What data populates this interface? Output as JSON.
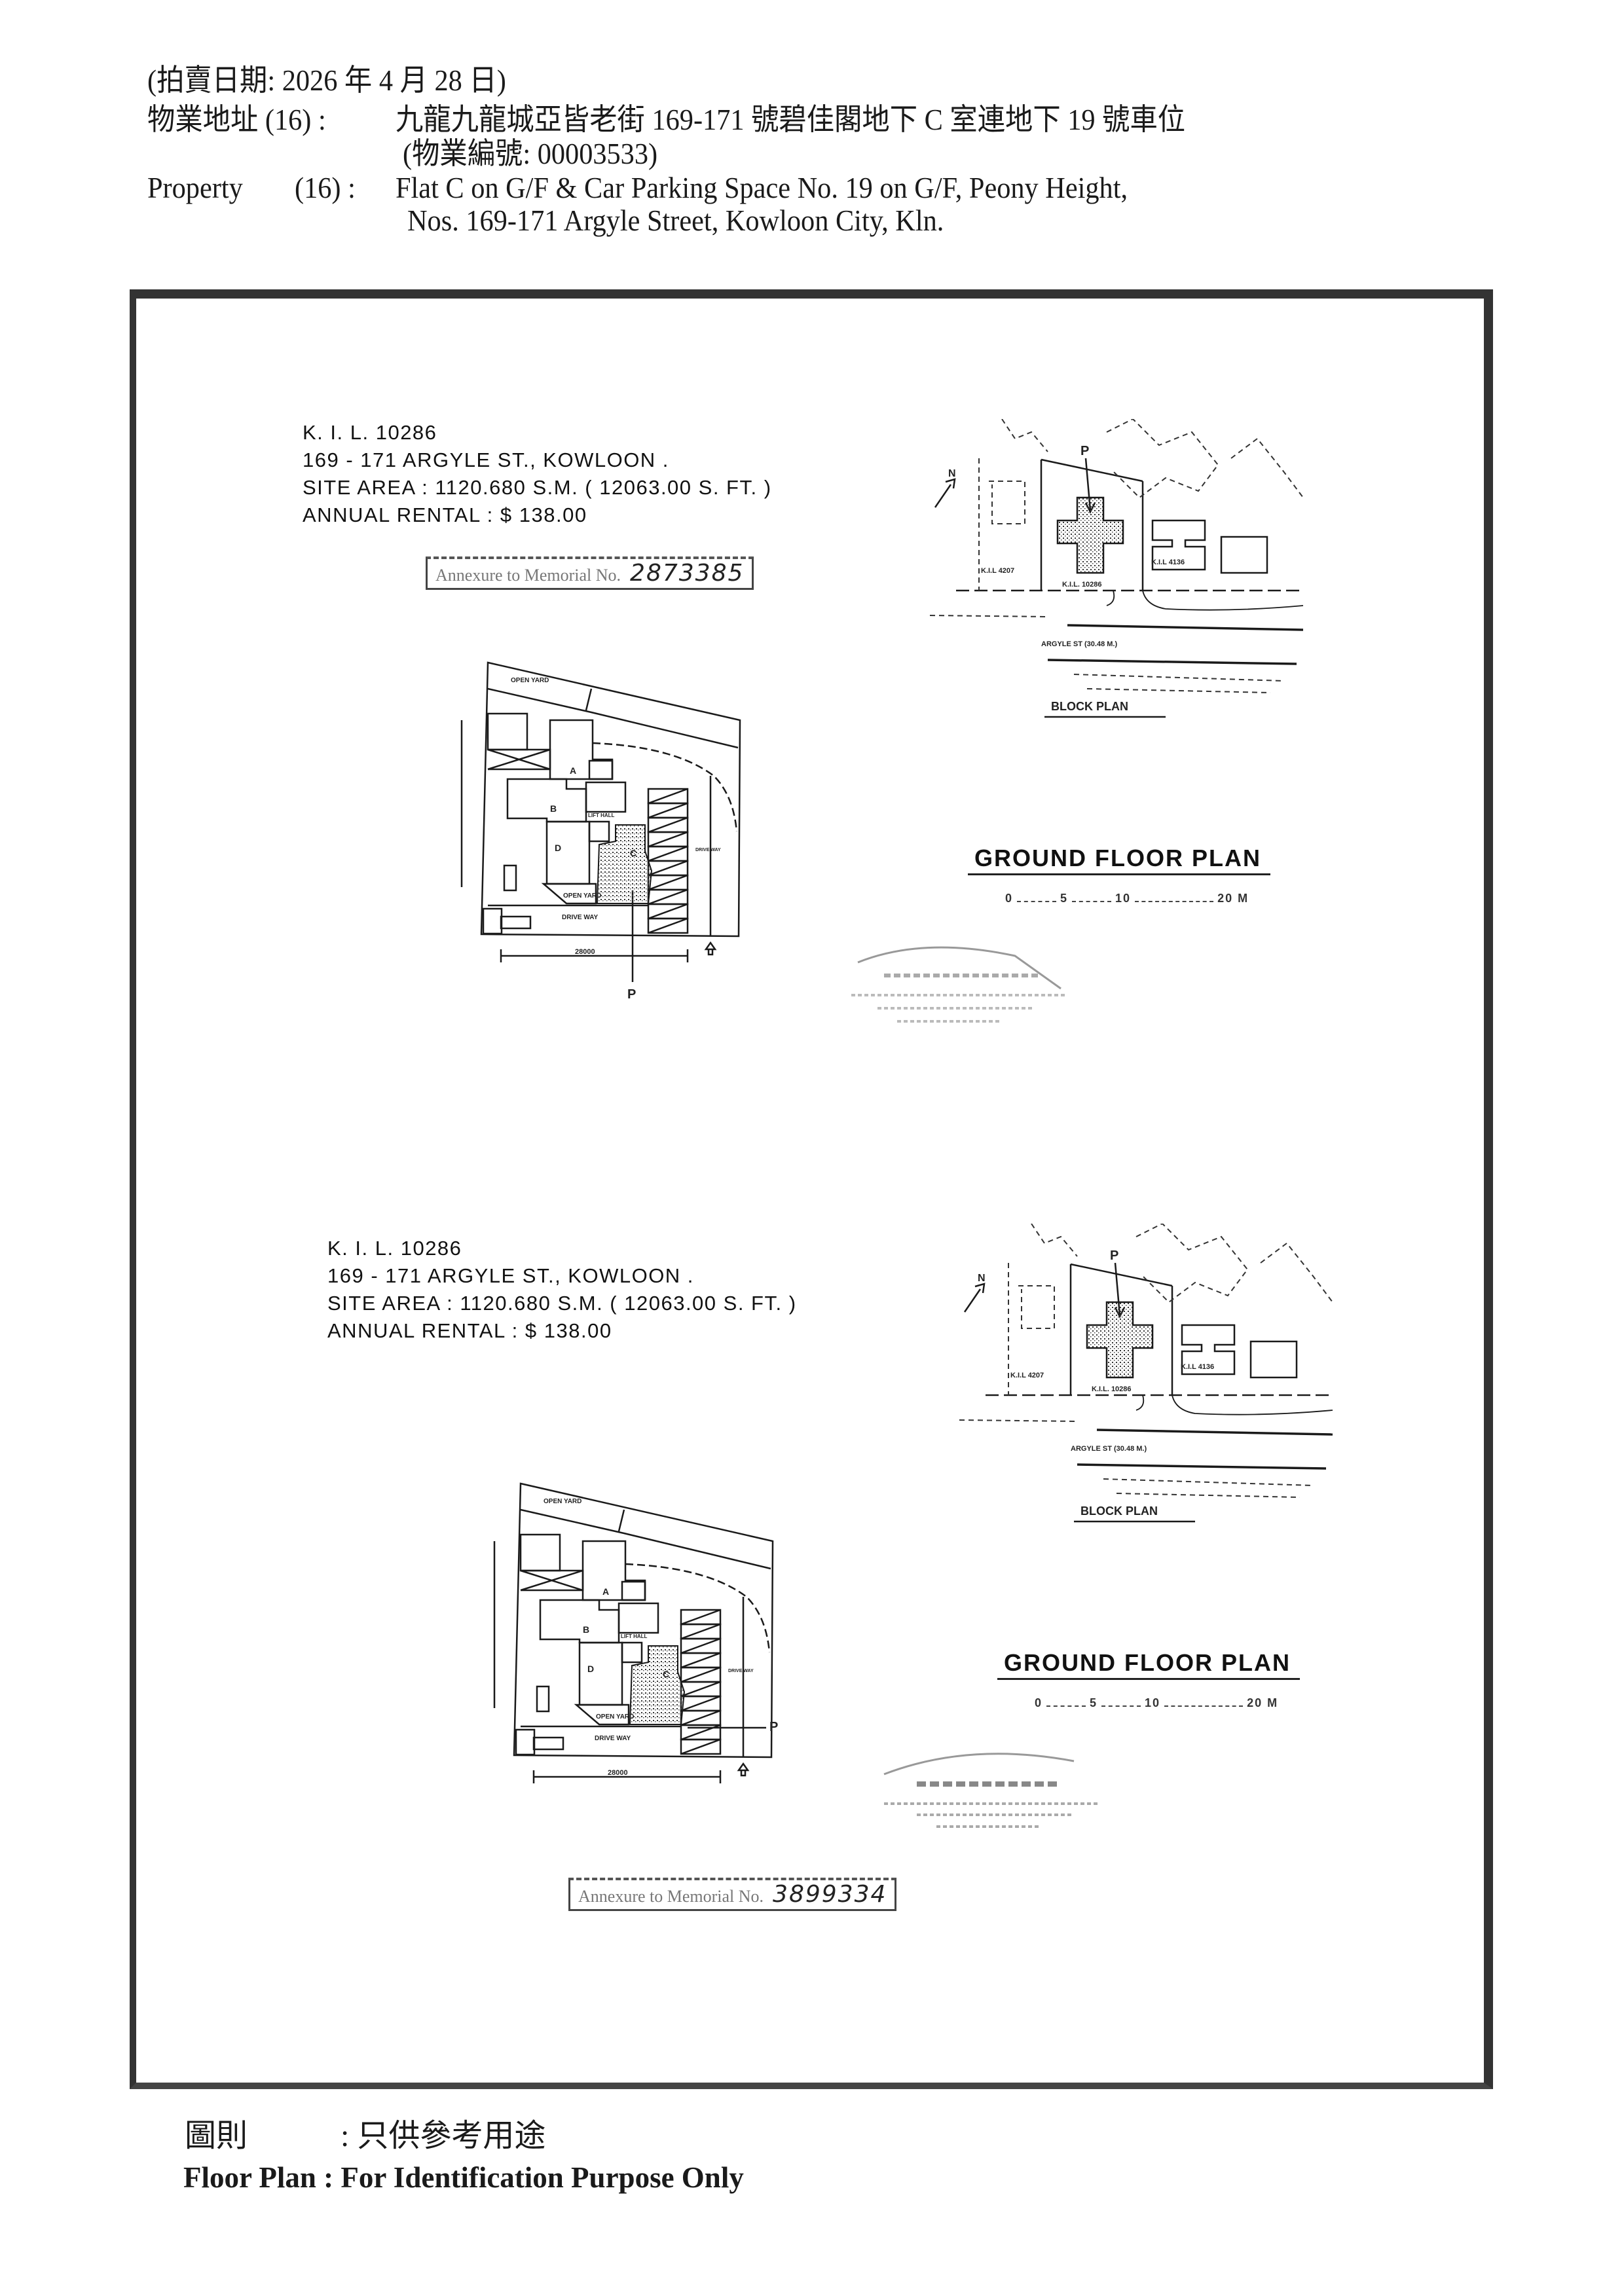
{
  "header": {
    "auction_date": "(拍賣日期:  2026 年 4 月 28 日)",
    "address_cn_label": "物業地址 (16) :",
    "address_cn": "九龍九龍城亞皆老街 169-171 號碧佳閣地下 C 室連地下 19 號車位",
    "property_no": "(物業編號: 00003533)",
    "property_label": "Property",
    "property_index": "(16) :",
    "address_en_line1": "Flat C on G/F & Car Parking Space No. 19 on G/F, Peony Height,",
    "address_en_line2": "Nos. 169-171 Argyle Street, Kowloon City, Kln."
  },
  "plans": [
    {
      "lot": "K. I. L.  10286",
      "street": "169 - 171  ARGYLE  ST.,  KOWLOON .",
      "site_area": "SITE  AREA :  1120.680  S.M.  ( 12063.00 S. FT. )",
      "annual_rental": "ANNUAL  RENTAL  :  $ 138.00",
      "annexure_label": "Annexure to Memorial No.",
      "annexure_no": "2873385",
      "ground_floor_title": "GROUND FLOOR PLAN",
      "block_plan_title": "BLOCK PLAN"
    },
    {
      "lot": "K. I. L.  10286",
      "street": "169 - 171  ARGYLE  ST.,  KOWLOON .",
      "site_area": "SITE  AREA :  1120.680  S.M.  ( 12063.00 S. FT. )",
      "annual_rental": "ANNUAL  RENTAL  :  $ 138.00",
      "annexure_label": "Annexure to Memorial No.",
      "annexure_no": "3899334",
      "ground_floor_title": "GROUND FLOOR PLAN",
      "block_plan_title": "BLOCK PLAN"
    }
  ],
  "floor_plan_labels": {
    "open_yard_top": "OPEN YARD",
    "flat_a": "A",
    "flat_b": "B",
    "flat_c": "C",
    "flat_d": "D",
    "lift_hall": "LIFT HALL",
    "open_yard": "OPEN YARD",
    "drive_way": "DRIVE WAY",
    "drive_way_side": "DRIVE WAY",
    "dimension": "28000",
    "marker": "P"
  },
  "block_plan_labels": {
    "north": "N",
    "lot_west": "K.I.L 4207",
    "lot_site": "K.I.L. 10286",
    "lot_east": "K.I.L 4136",
    "street": "ARGYLE ST     (30.48 M.)",
    "marker": "P"
  },
  "scale_bar": {
    "t0": "0",
    "t1": "5",
    "t2": "10",
    "t3": "20",
    "unit": "M"
  },
  "footer": {
    "cn_label": "圖則",
    "cn_text": ": 只供參考用途",
    "en_text": "Floor Plan : For Identification Purpose Only"
  }
}
